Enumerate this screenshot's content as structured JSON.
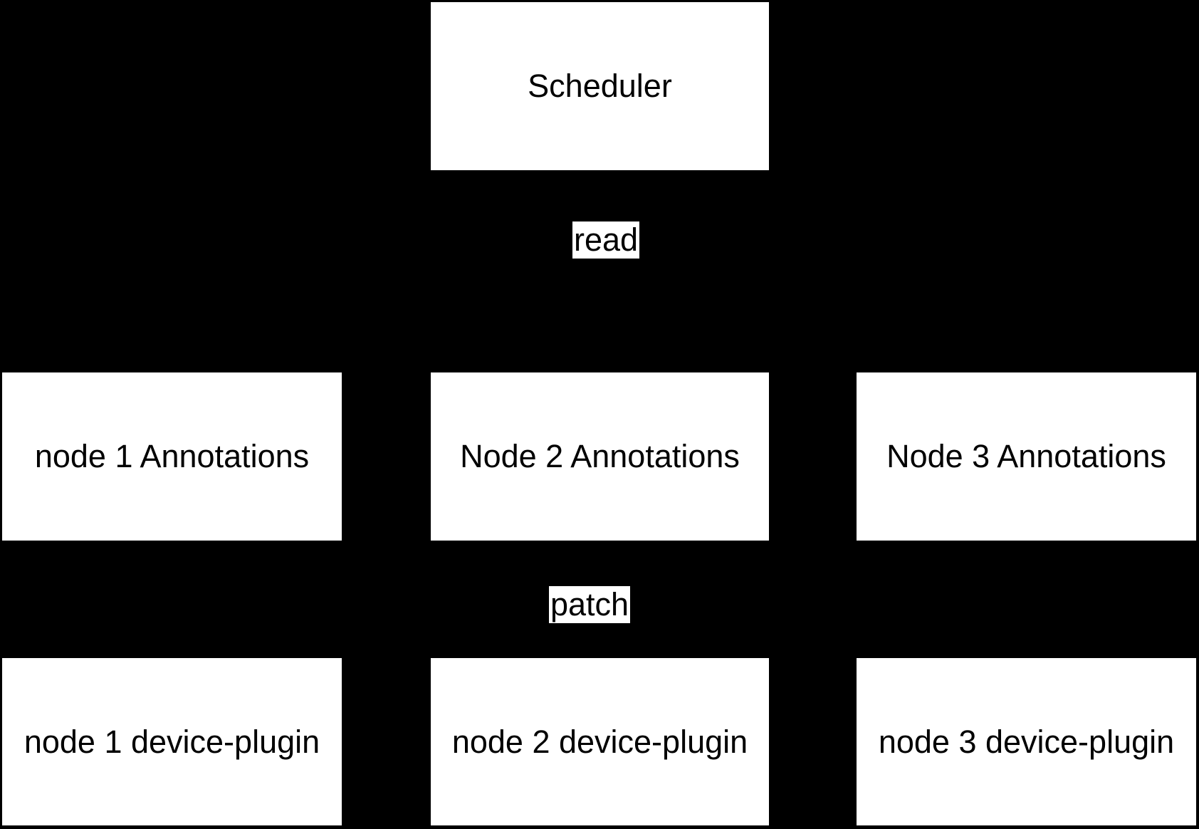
{
  "colors": {
    "background": "#000000",
    "node_fill": "#ffffff",
    "text": "#000000"
  },
  "nodes": {
    "scheduler": "Scheduler",
    "annotations": [
      "node 1 Annotations",
      "Node 2 Annotations",
      "Node 3 Annotations"
    ],
    "device_plugins": [
      "node 1 device-plugin",
      "node 2 device-plugin",
      "node 3 device-plugin"
    ]
  },
  "edge_labels": {
    "read": "read",
    "patch": "patch"
  }
}
